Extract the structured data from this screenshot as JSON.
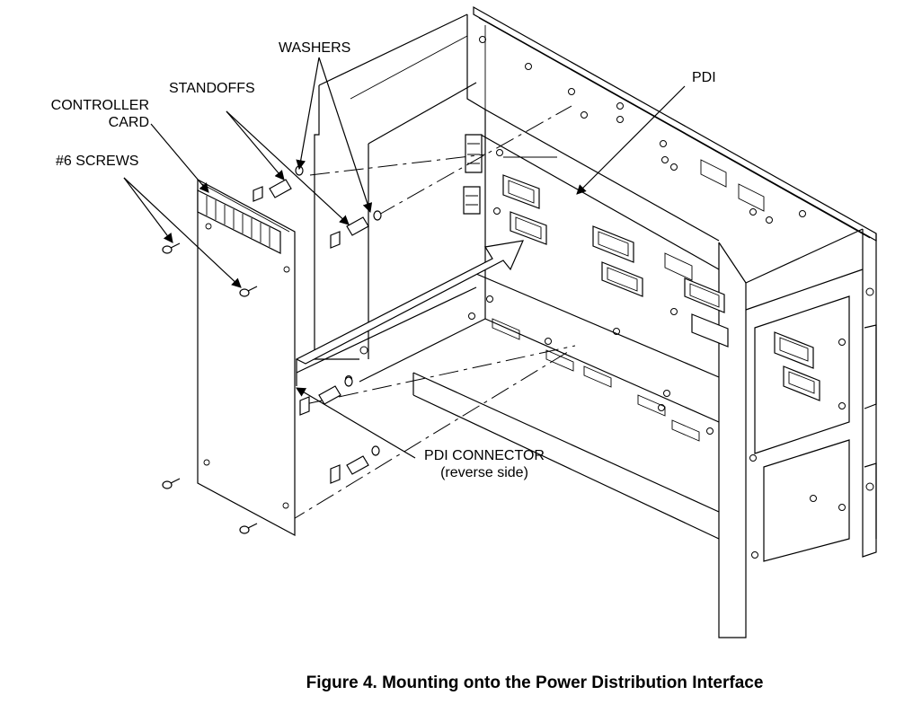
{
  "labels": {
    "washers": "WASHERS",
    "standoffs": "STANDOFFS",
    "controller_card_line1": "CONTROLLER",
    "controller_card_line2": "CARD",
    "screws": "#6 SCREWS",
    "pdi": "PDI",
    "pdi_connector_line1": "PDI CONNECTOR",
    "pdi_connector_line2": "(reverse side)"
  },
  "caption": "Figure 4. Mounting onto the Power Distribution Interface"
}
